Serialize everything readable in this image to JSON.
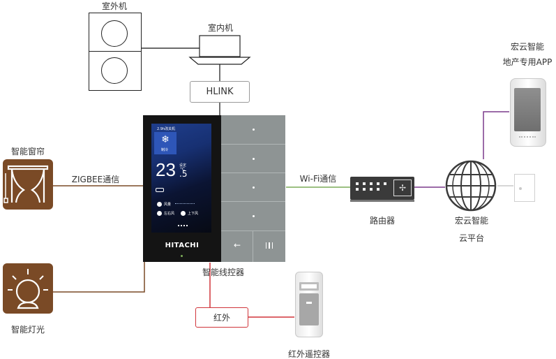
{
  "labels": {
    "outdoor_unit": "室外机",
    "indoor_unit": "室内机",
    "hlink": "HLINK",
    "smart_curtain": "智能窗帘",
    "zigbee": "ZIGBEE通信",
    "smart_light": "智能灯光",
    "controller": "智能线控器",
    "infrared": "红外",
    "ir_remote": "红外遥控器",
    "wifi": "Wi-Fi通信",
    "router": "路由器",
    "cloud_line1": "宏云智能",
    "cloud_line2": "云平台",
    "app_line1": "宏云智能",
    "app_line2": "地产专用APP"
  },
  "controller_screen": {
    "status": "2.9h改关机",
    "mode": "制冷",
    "temp_main": "23",
    "temp_decimal": ".5",
    "temp_set": "设定",
    "temp_unit": "°C",
    "fan_label": "风量",
    "swing_lr": "左右风",
    "swing_ud": "上下风",
    "brand": "HITACHI"
  },
  "colors": {
    "brown": "#7a4a26",
    "red": "#d0343a",
    "green": "#7cab58",
    "purple": "#7b3a8c",
    "gray_key": "#8e9494",
    "panel": "#141414"
  },
  "icons": [
    "snowflake-icon",
    "curtain-icon",
    "lamp-icon",
    "back-arrow-icon",
    "menu-icon",
    "router-icon",
    "globe-icon",
    "server-icon",
    "phone-icon",
    "remote-icon",
    "outdoor-fan-icon",
    "indoor-unit-icon"
  ]
}
